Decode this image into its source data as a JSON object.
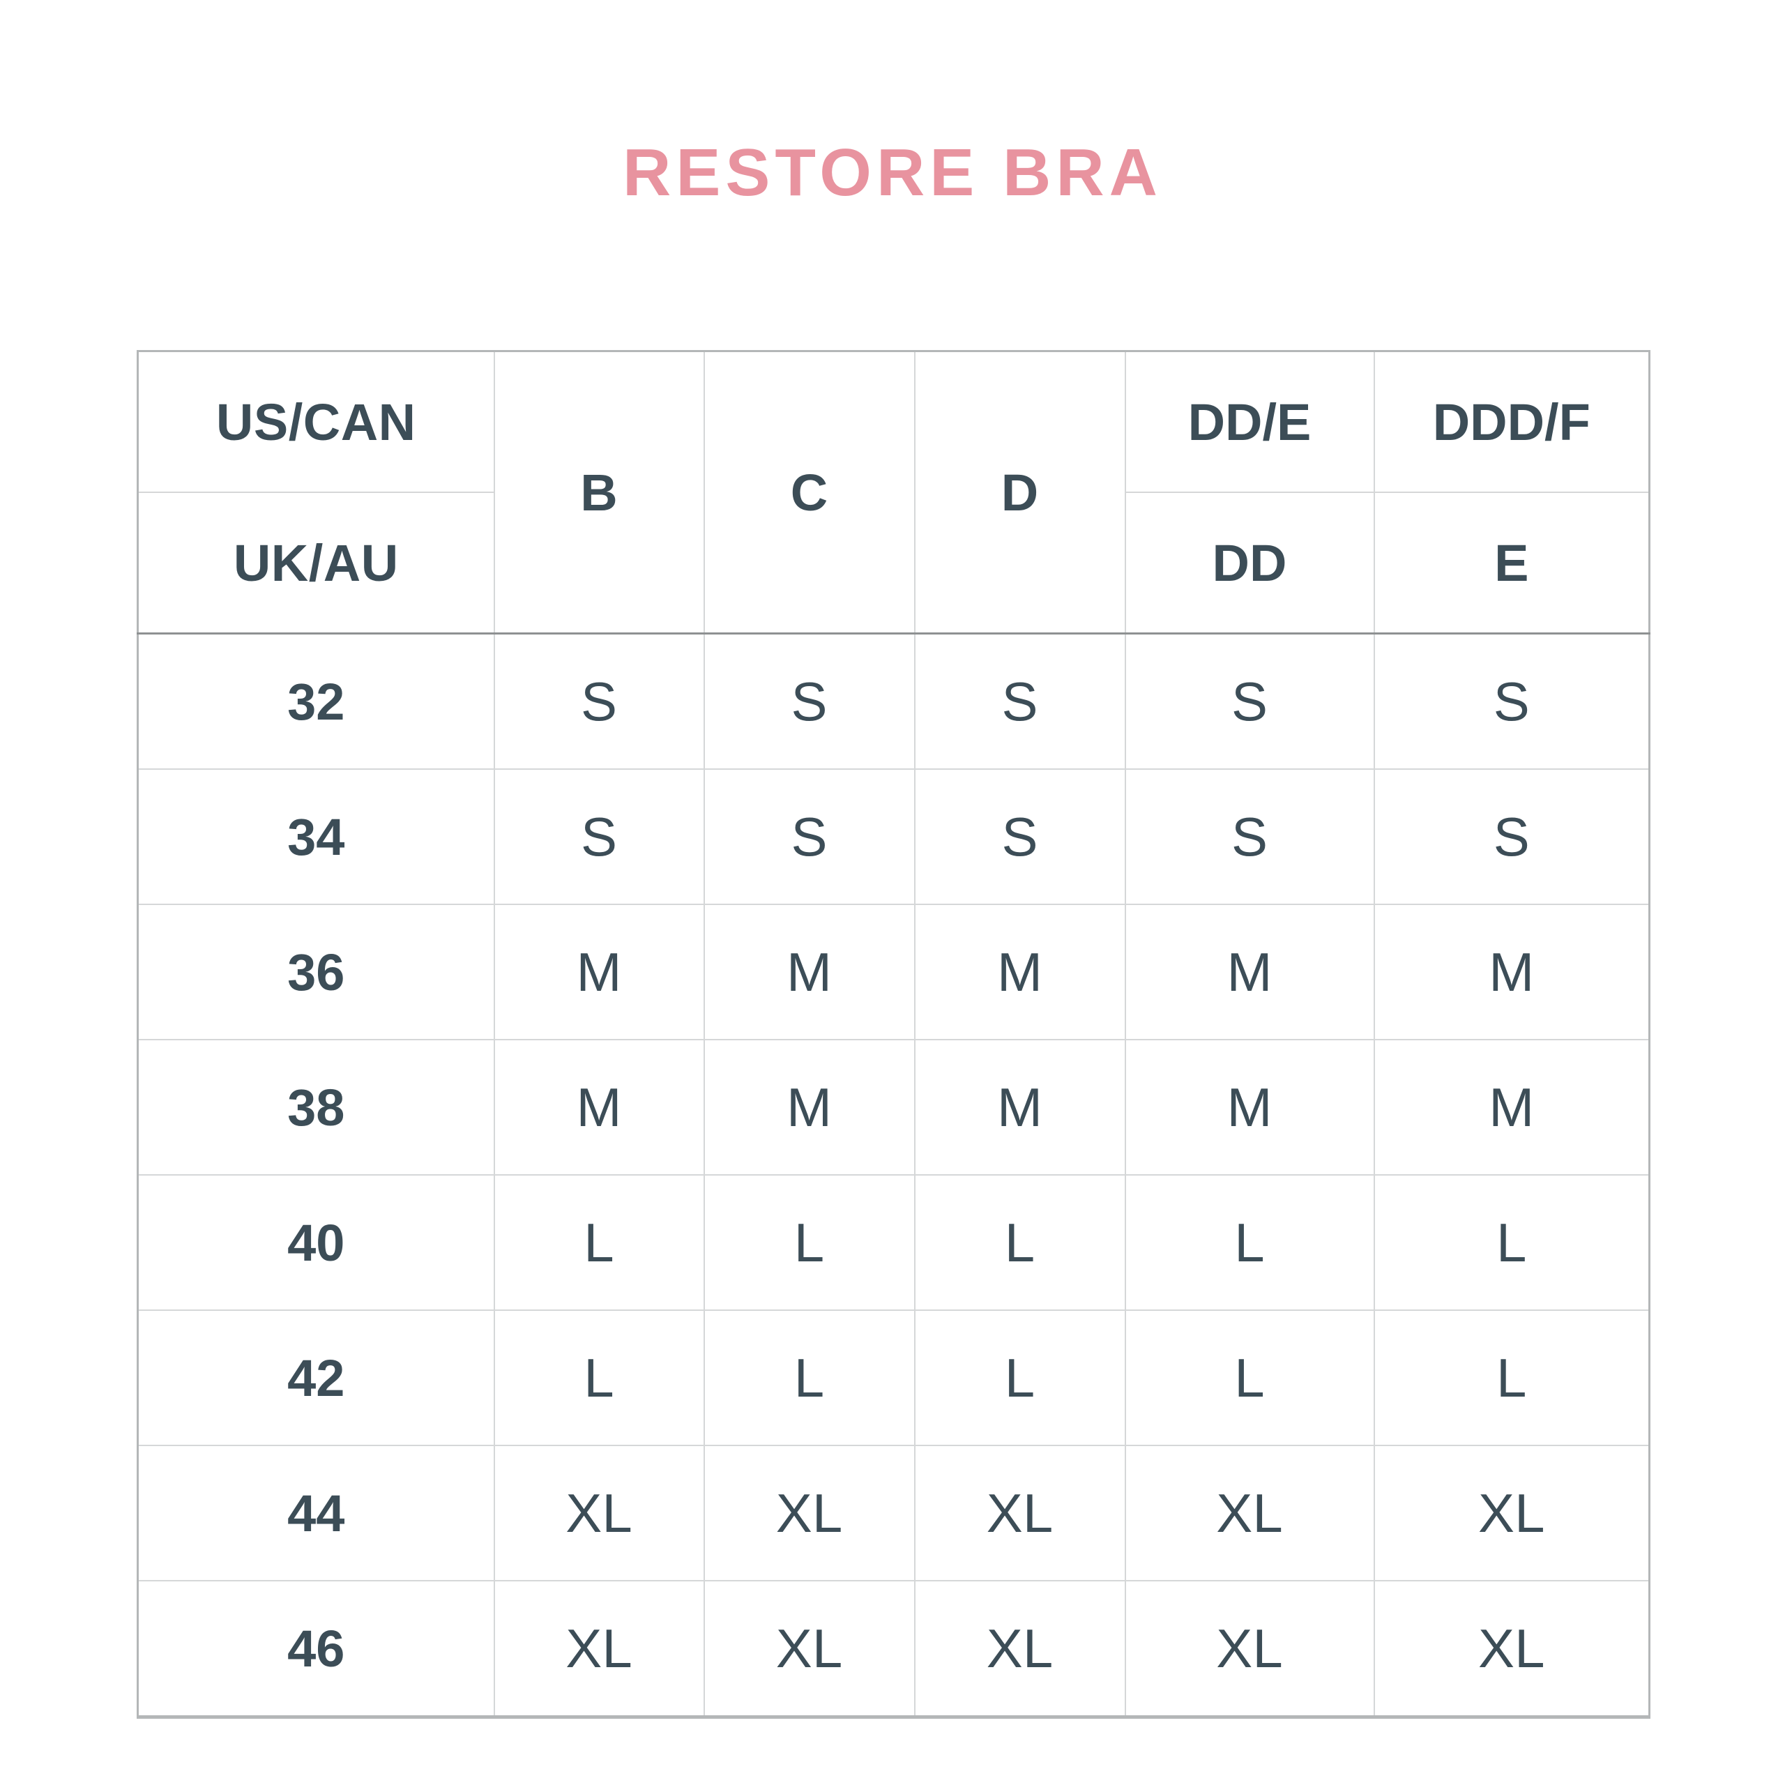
{
  "title": "RESTORE BRA",
  "colors": {
    "title": "#e8939f",
    "text": "#3c4d57",
    "grid_line": "#d5d7d8",
    "frame_line": "#b4b7b8",
    "header_rule": "#8e9192",
    "background": "#ffffff"
  },
  "table": {
    "header": {
      "region_label_top": "US/CAN",
      "region_label_bottom": "UK/AU",
      "cup_columns": [
        {
          "us_can": "B",
          "uk_au": "B",
          "spans_both_rows": true
        },
        {
          "us_can": "C",
          "uk_au": "C",
          "spans_both_rows": true
        },
        {
          "us_can": "D",
          "uk_au": "D",
          "spans_both_rows": true
        },
        {
          "us_can": "DD/E",
          "uk_au": "DD",
          "spans_both_rows": false
        },
        {
          "us_can": "DDD/F",
          "uk_au": "E",
          "spans_both_rows": false
        }
      ]
    },
    "rows": [
      {
        "band": "32",
        "sizes": [
          "S",
          "S",
          "S",
          "S",
          "S"
        ]
      },
      {
        "band": "34",
        "sizes": [
          "S",
          "S",
          "S",
          "S",
          "S"
        ]
      },
      {
        "band": "36",
        "sizes": [
          "M",
          "M",
          "M",
          "M",
          "M"
        ]
      },
      {
        "band": "38",
        "sizes": [
          "M",
          "M",
          "M",
          "M",
          "M"
        ]
      },
      {
        "band": "40",
        "sizes": [
          "L",
          "L",
          "L",
          "L",
          "L"
        ]
      },
      {
        "band": "42",
        "sizes": [
          "L",
          "L",
          "L",
          "L",
          "L"
        ]
      },
      {
        "band": "44",
        "sizes": [
          "XL",
          "XL",
          "XL",
          "XL",
          "XL"
        ]
      },
      {
        "band": "46",
        "sizes": [
          "XL",
          "XL",
          "XL",
          "XL",
          "XL"
        ]
      }
    ]
  }
}
